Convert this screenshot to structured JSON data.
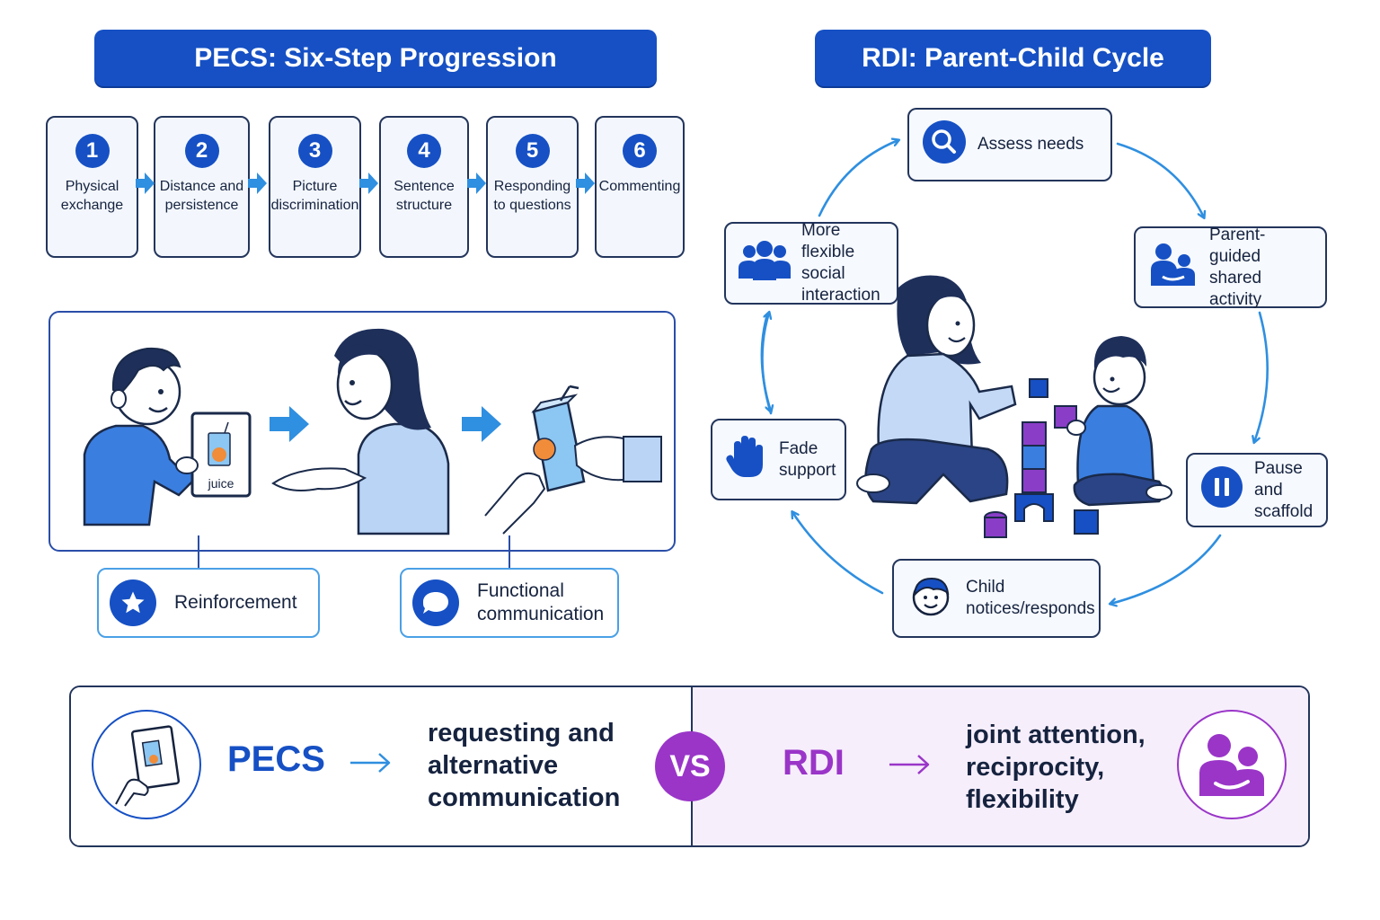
{
  "pecs": {
    "title": "PECS: Six-Step Progression",
    "steps": [
      {
        "num": "1",
        "label": "Physical exchange"
      },
      {
        "num": "2",
        "label": "Distance and persistence"
      },
      {
        "num": "3",
        "label": "Picture discrimination"
      },
      {
        "num": "4",
        "label": "Sentence structure"
      },
      {
        "num": "5",
        "label": "Responding to questions"
      },
      {
        "num": "6",
        "label": "Commenting"
      }
    ],
    "card_label": "juice",
    "reinforcement": "Reinforcement",
    "functional_communication": "Functional communication"
  },
  "rdi": {
    "title": "RDI: Parent-Child Cycle",
    "cycle": [
      {
        "label": "Assess needs",
        "icon": "magnifier-icon"
      },
      {
        "label": "Parent-guided shared activity",
        "icon": "parent-child-icon"
      },
      {
        "label": "Pause and scaffold",
        "icon": "pause-icon"
      },
      {
        "label": "Child notices/responds",
        "icon": "child-face-icon"
      },
      {
        "label": "Fade support",
        "icon": "hand-icon"
      },
      {
        "label": "More flexible social interaction",
        "icon": "group-icon"
      }
    ]
  },
  "comparison": {
    "left_name": "PECS",
    "left_desc": "requesting and alternative communication",
    "vs": "VS",
    "right_name": "RDI",
    "right_desc": "joint attention, reciprocity, flexibility"
  },
  "colors": {
    "primary_blue": "#1650c4",
    "light_blue": "#4aa0e6",
    "purple": "#9a35c8",
    "outline": "#23355c"
  }
}
